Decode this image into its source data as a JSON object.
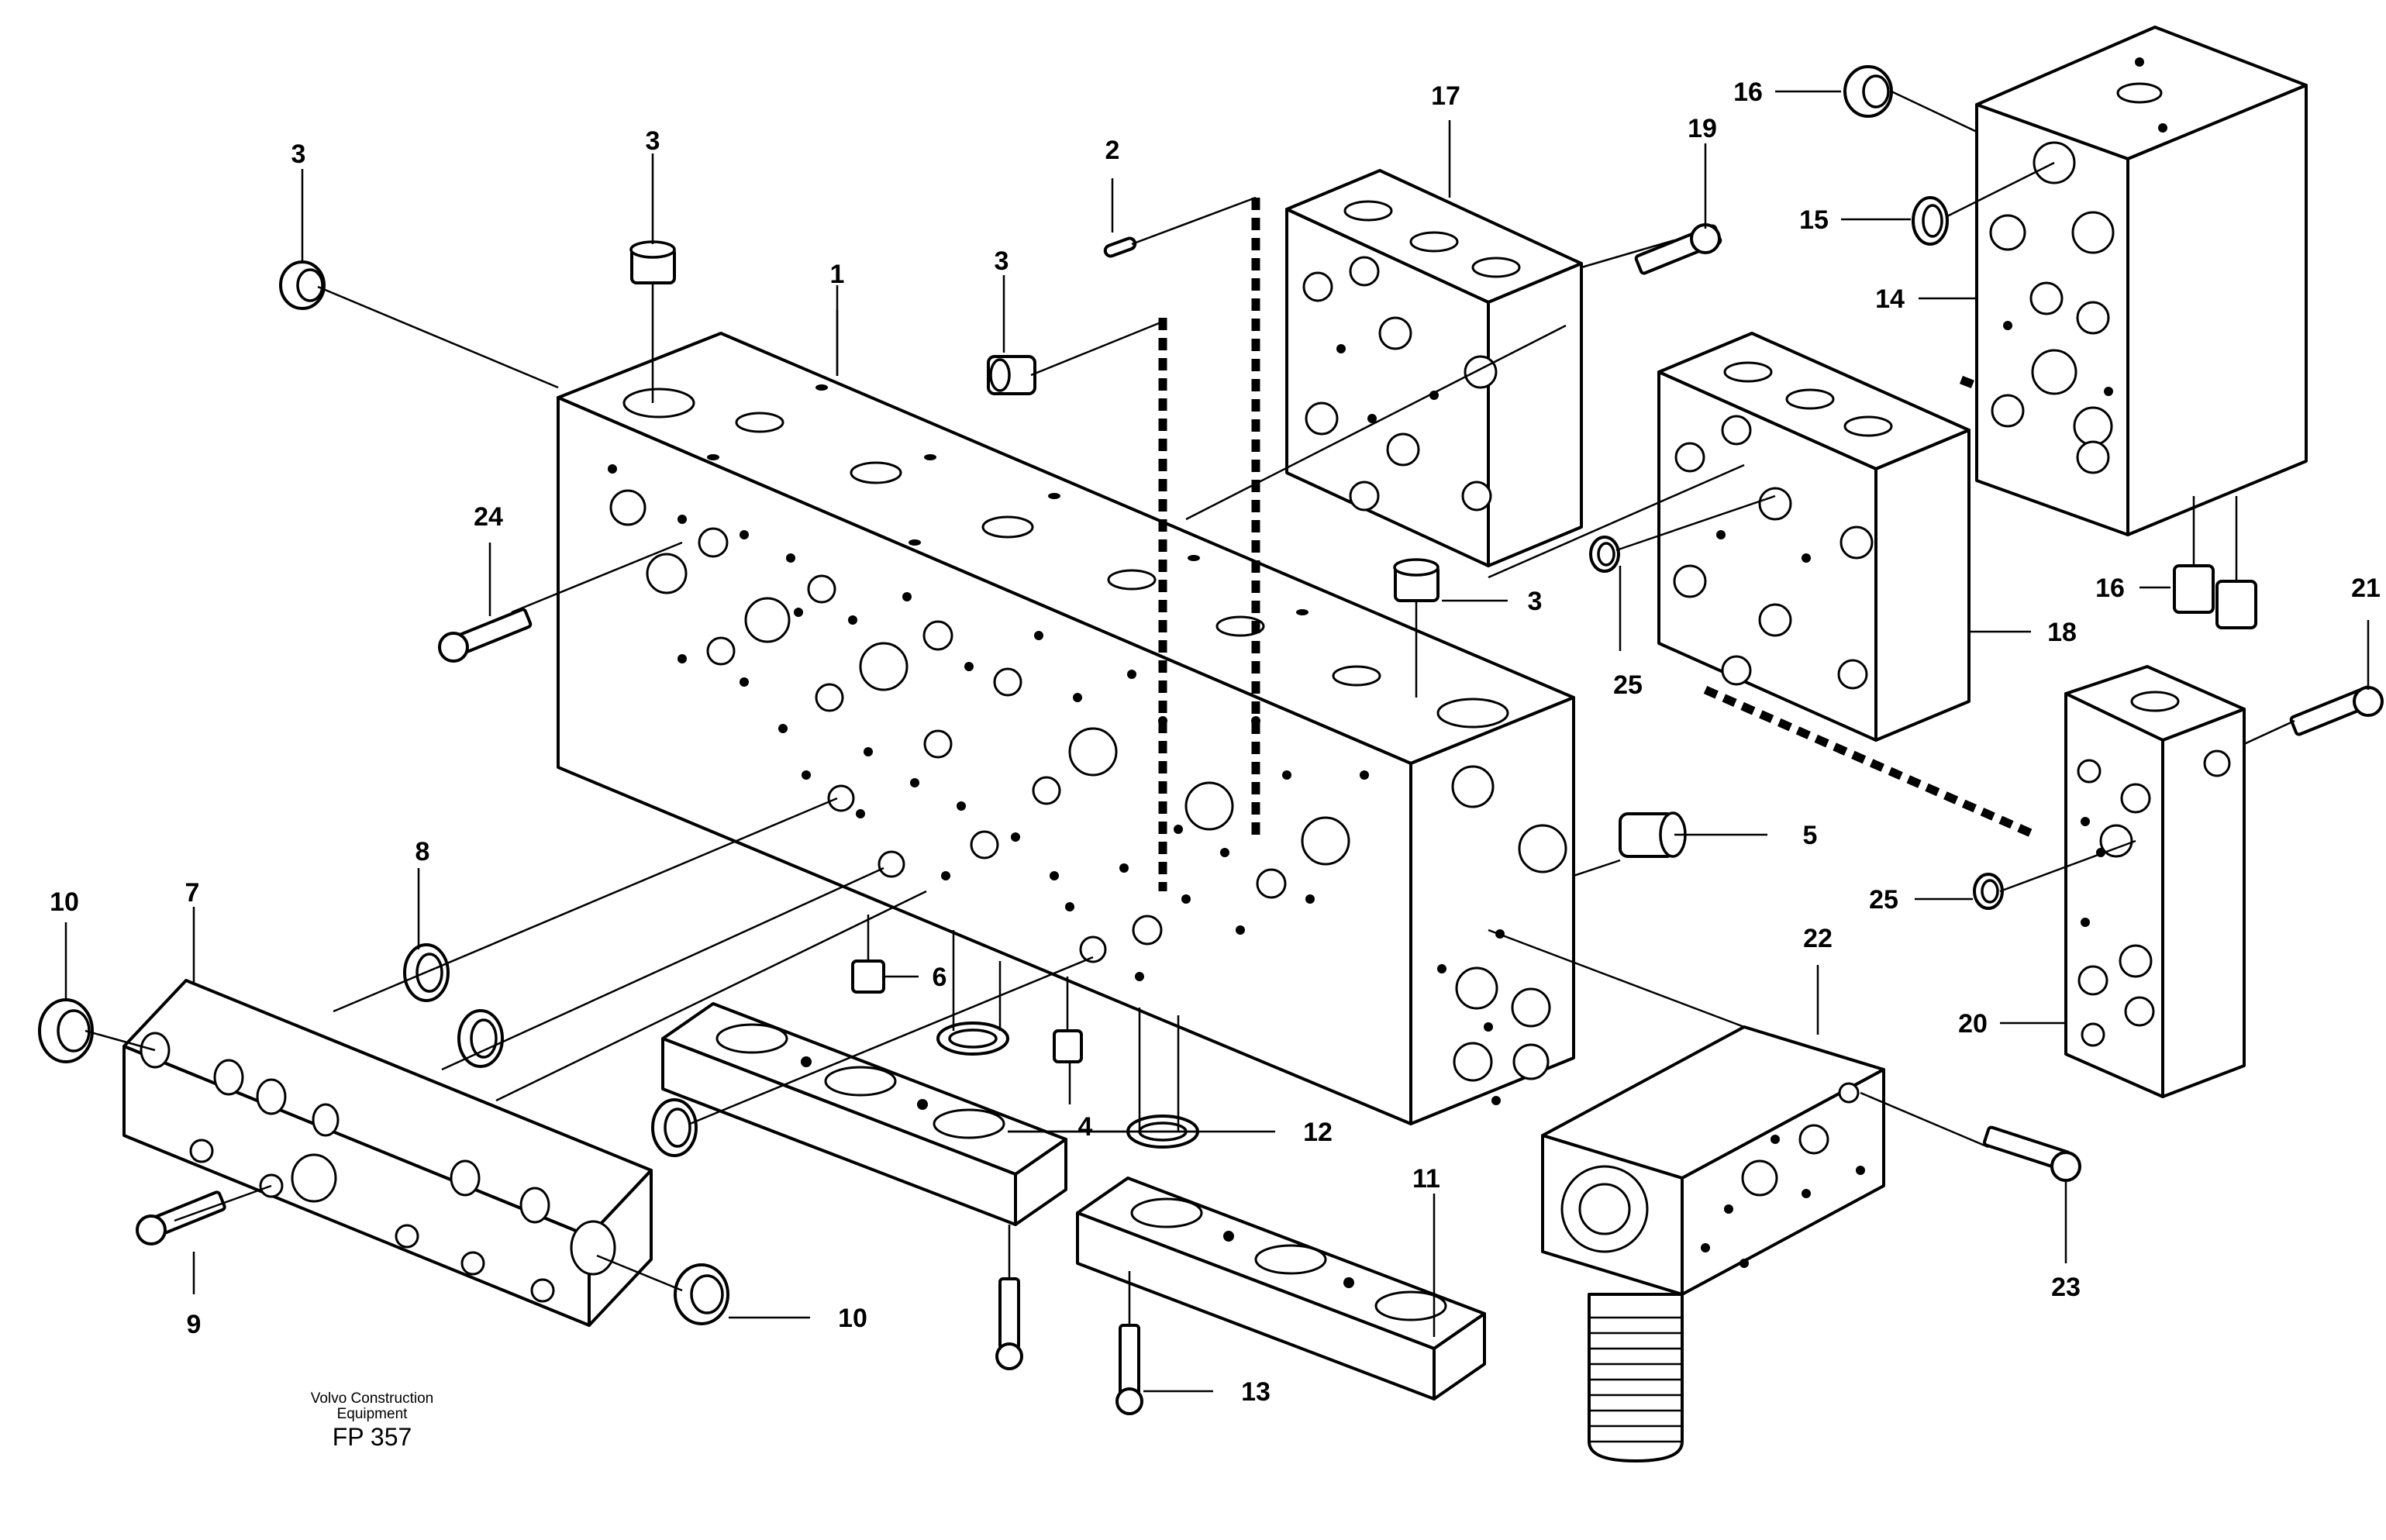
{
  "callouts": {
    "c1": "1",
    "c2": "2",
    "c3a": "3",
    "c3b": "3",
    "c3c": "3",
    "c3d": "3",
    "c4": "4",
    "c5": "5",
    "c6": "6",
    "c7": "7",
    "c8": "8",
    "c9": "9",
    "c10a": "10",
    "c10b": "10",
    "c11": "11",
    "c12": "12",
    "c13": "13",
    "c14": "14",
    "c15": "15",
    "c16a": "16",
    "c16b": "16",
    "c17": "17",
    "c18": "18",
    "c19": "19",
    "c20": "20",
    "c21": "21",
    "c22": "22",
    "c23": "23",
    "c24": "24",
    "c25a": "25",
    "c25b": "25"
  },
  "footer": {
    "brand_line1": "Volvo Construction",
    "brand_line2": "Equipment",
    "figure_code": "FP 357"
  }
}
